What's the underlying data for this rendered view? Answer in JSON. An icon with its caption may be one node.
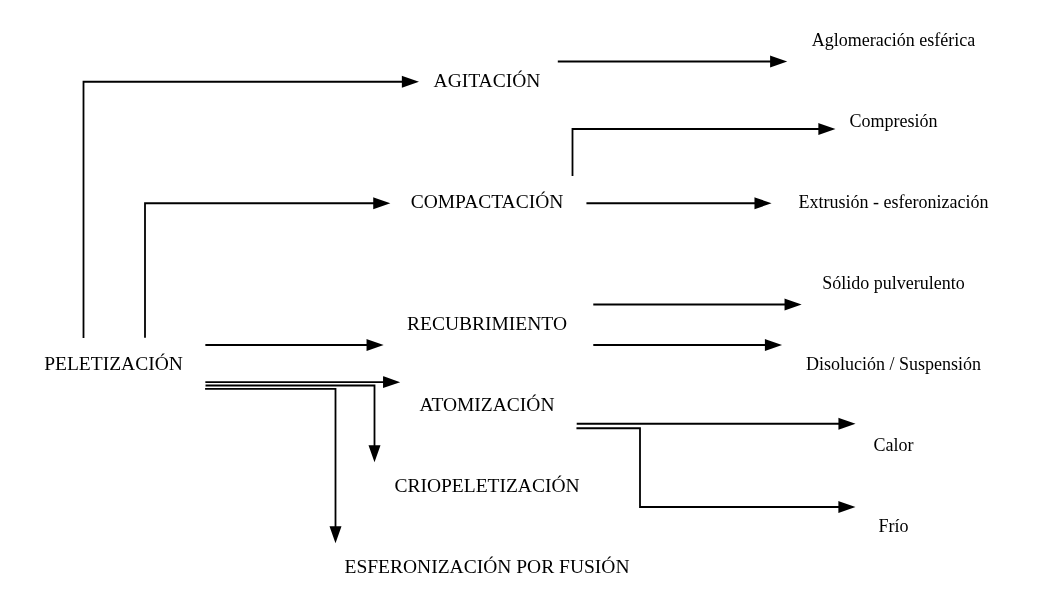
{
  "diagram": {
    "nodes": [
      {
        "text": [
          "PELETIZACIÓN"
        ]
      },
      {
        "text": [
          "AGITACIÓN"
        ]
      },
      {
        "text": [
          "COMPACTACIÓN"
        ]
      },
      {
        "text": [
          "RECUBRIMIENTO"
        ]
      },
      {
        "text": [
          "ATOMIZACIÓN"
        ]
      },
      {
        "text": [
          "CRIOPELETIZACIÓN"
        ]
      },
      {
        "text": [
          "ESFERONIZACIÓN POR FUSIÓN"
        ]
      },
      {
        "text": [
          "Aglomeración esférica"
        ]
      },
      {
        "text": [
          "Compresión"
        ]
      },
      {
        "text": [
          "Extrusión - esferonización"
        ]
      },
      {
        "text": [
          "Sólido pulverulento"
        ]
      },
      {
        "text": [
          "Disolución / Suspensión"
        ]
      },
      {
        "text": [
          "Calor"
        ]
      },
      {
        "text": [
          "Frío"
        ]
      }
    ],
    "edges": [
      {
        "from": 0,
        "to": 1,
        "arrow": "to"
      },
      {
        "from": 0,
        "to": 2,
        "arrow": "to"
      },
      {
        "from": 0,
        "to": 3,
        "arrow": "to"
      },
      {
        "from": 0,
        "to": 4,
        "arrow": "to"
      },
      {
        "from": 0,
        "to": 5,
        "arrow": "to"
      },
      {
        "from": 0,
        "to": 6,
        "arrow": "to"
      },
      {
        "from": 1,
        "to": 7,
        "arrow": "to"
      },
      {
        "from": 2,
        "to": 8,
        "arrow": "to"
      },
      {
        "from": 2,
        "to": 9,
        "arrow": "to"
      },
      {
        "from": 3,
        "to": 10,
        "arrow": "to"
      },
      {
        "from": 3,
        "to": 11,
        "arrow": "to"
      },
      {
        "from": 4,
        "to": 12,
        "arrow": "to"
      },
      {
        "from": 4,
        "to": 13,
        "arrow": "to"
      }
    ]
  }
}
